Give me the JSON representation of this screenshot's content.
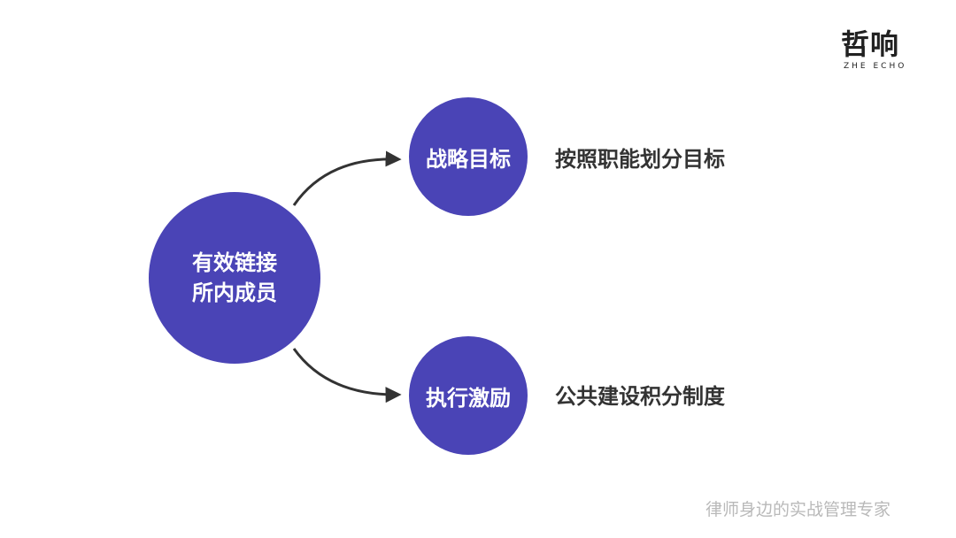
{
  "logo": {
    "main": "哲响",
    "sub": "ZHE ECHO"
  },
  "diagram": {
    "center": {
      "line1": "有效链接",
      "line2": "所内成员"
    },
    "branches": [
      {
        "label": "战略目标",
        "description": "按照职能划分目标"
      },
      {
        "label": "执行激励",
        "description": "公共建设积分制度"
      }
    ]
  },
  "footer": {
    "slogan": "律师身边的实战管理专家"
  },
  "colors": {
    "node": "#4a44b6",
    "arrow": "#333333",
    "text": "#333333",
    "footer": "#b9b9b9"
  }
}
